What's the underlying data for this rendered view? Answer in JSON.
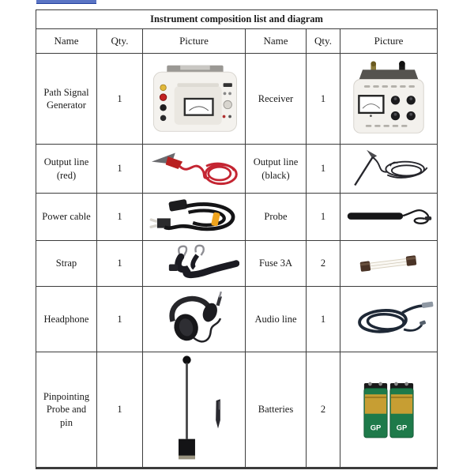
{
  "page": {
    "top_link_text": ""
  },
  "table": {
    "title": "Instrument composition list and diagram",
    "headers": [
      "Name",
      "Qty.",
      "Picture",
      "Name",
      "Qty.",
      "Picture"
    ],
    "rows": [
      {
        "left": {
          "name": "Path Signal Generator",
          "qty": "1",
          "picture": "path-signal-generator"
        },
        "right": {
          "name": "Receiver",
          "qty": "1",
          "picture": "receiver"
        }
      },
      {
        "left": {
          "name": "Output line (red)",
          "qty": "1",
          "picture": "output-line-red"
        },
        "right": {
          "name": "Output line (black)",
          "qty": "1",
          "picture": "output-line-black"
        }
      },
      {
        "left": {
          "name": "Power cable",
          "qty": "1",
          "picture": "power-cable"
        },
        "right": {
          "name": "Probe",
          "qty": "1",
          "picture": "probe"
        }
      },
      {
        "left": {
          "name": "Strap",
          "qty": "1",
          "picture": "strap"
        },
        "right": {
          "name": "Fuse 3A",
          "qty": "2",
          "picture": "fuse-3a"
        }
      },
      {
        "left": {
          "name": "Headphone",
          "qty": "1",
          "picture": "headphone"
        },
        "right": {
          "name": "Audio line",
          "qty": "1",
          "picture": "audio-line"
        }
      },
      {
        "left": {
          "name": "Pinpointing Probe and pin",
          "qty": "1",
          "picture": "pinpointing-probe-and-pin"
        },
        "right": {
          "name": "Batteries",
          "qty": "2",
          "picture": "batteries"
        }
      }
    ],
    "pictures": {
      "battery_brand": "GP"
    }
  },
  "colors": {
    "table_border": "#3c3c3c",
    "link_blue": "#23409f",
    "red_cable": "#c42532",
    "yellow_tag": "#efa31d",
    "battery_green": "#1e7a4a",
    "battery_gold": "#c79e33"
  }
}
